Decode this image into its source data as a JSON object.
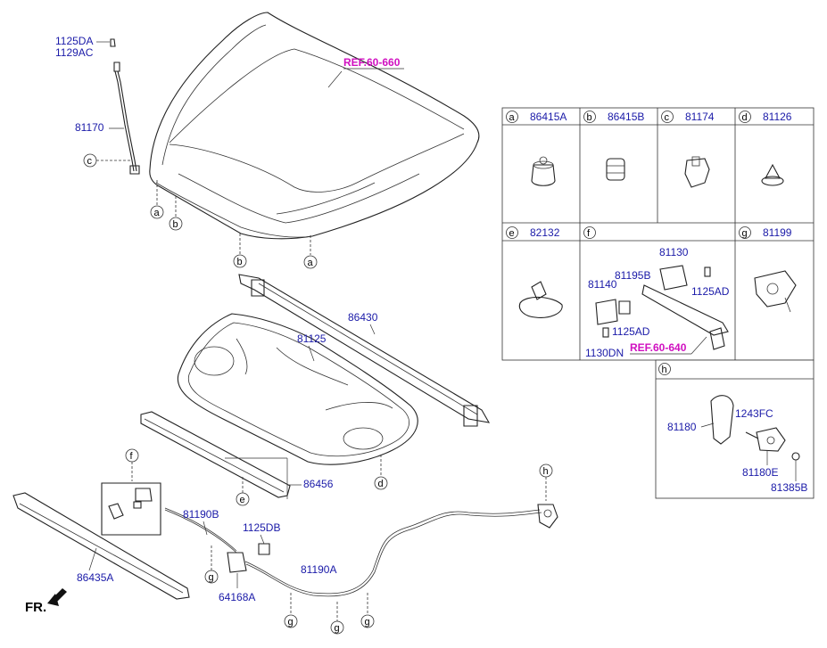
{
  "diagram": {
    "refs": {
      "top": "REF.60-660",
      "lower": "REF.60-640"
    },
    "labels": {
      "p1125DA": "1125DA",
      "p1129AC": "1129AC",
      "p81170": "81170",
      "p86430": "86430",
      "p81125": "81125",
      "p86456": "86456",
      "p86435A": "86435A",
      "p81190B": "81190B",
      "p1125DB": "1125DB",
      "p81190A": "81190A",
      "p64168A": "64168A"
    },
    "callouts": {
      "a": "a",
      "b": "b",
      "c": "c",
      "d": "d",
      "e": "e",
      "f": "f",
      "g": "g",
      "h": "h"
    },
    "front_label": "FR.",
    "table": {
      "cells": [
        {
          "letter": "a",
          "part": "86415A"
        },
        {
          "letter": "b",
          "part": "86415B"
        },
        {
          "letter": "c",
          "part": "81174"
        },
        {
          "letter": "d",
          "part": "81126"
        },
        {
          "letter": "e",
          "part": "82132"
        },
        {
          "letter": "f",
          "part": ""
        },
        {
          "letter": "g",
          "part": "81199"
        },
        {
          "letter": "h",
          "part": ""
        }
      ],
      "f_labels": {
        "p81130": "81130",
        "p81195B": "81195B",
        "p81140": "81140",
        "p1125AD_a": "1125AD",
        "p1125AD_b": "1125AD",
        "p1130DN": "1130DN"
      },
      "h_labels": {
        "p1243FC": "1243FC",
        "p81180": "81180",
        "p81180E": "81180E",
        "p81385B": "81385B"
      }
    }
  }
}
